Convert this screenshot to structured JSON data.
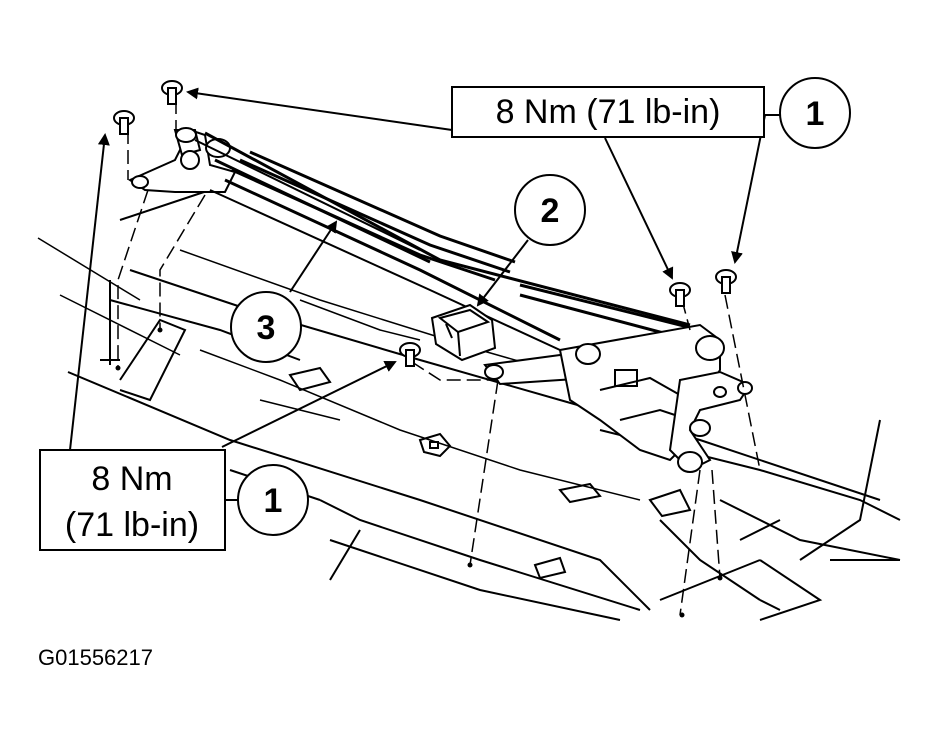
{
  "torque_top": "8 Nm (71 lb-in)",
  "torque_left_line1": "8 Nm",
  "torque_left_line2": "(71 lb-in)",
  "callout_1_top": "1",
  "callout_1_left": "1",
  "callout_2": "2",
  "callout_3": "3",
  "figure_id": "G01556217"
}
